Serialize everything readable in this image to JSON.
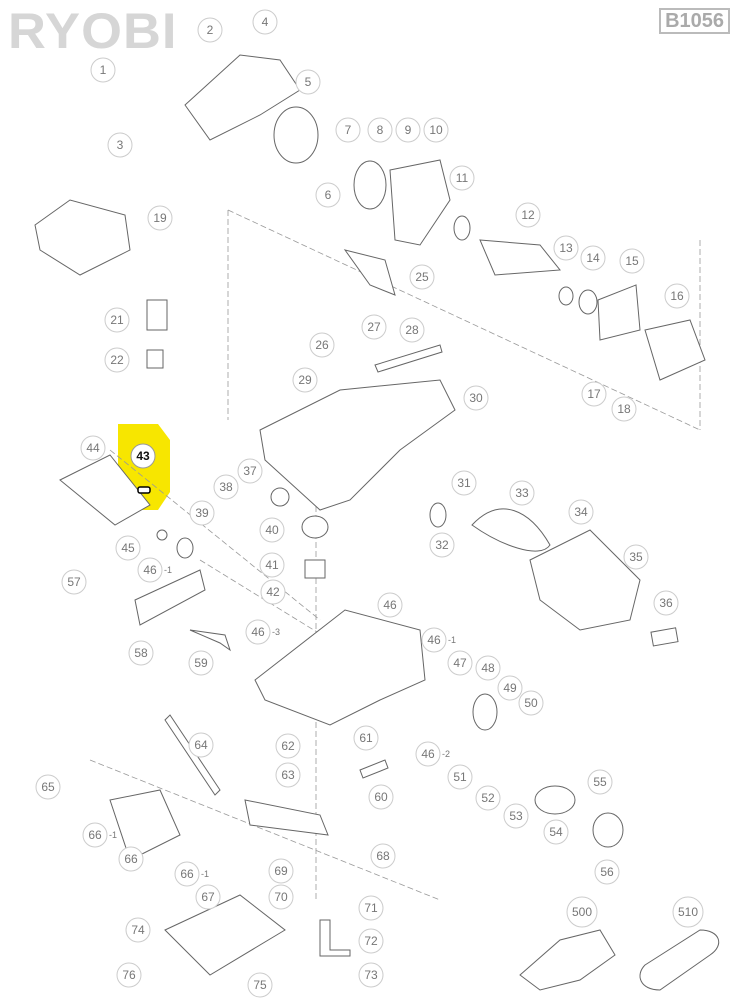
{
  "brand": "RYOBI",
  "model": "B1056",
  "highlighted_part": "43",
  "highlight_color": "#f7e600",
  "labels": [
    {
      "num": "2"
    },
    {
      "num": "4"
    },
    {
      "num": "1"
    },
    {
      "num": "3"
    },
    {
      "num": "5"
    },
    {
      "num": "7"
    },
    {
      "num": "8"
    },
    {
      "num": "9"
    },
    {
      "num": "10"
    },
    {
      "num": "6"
    },
    {
      "num": "11"
    },
    {
      "num": "12"
    },
    {
      "num": "19"
    },
    {
      "num": "25"
    },
    {
      "num": "13"
    },
    {
      "num": "14"
    },
    {
      "num": "15"
    },
    {
      "num": "16"
    },
    {
      "num": "21"
    },
    {
      "num": "27"
    },
    {
      "num": "28"
    },
    {
      "num": "26"
    },
    {
      "num": "22"
    },
    {
      "num": "29"
    },
    {
      "num": "30"
    },
    {
      "num": "17"
    },
    {
      "num": "18"
    },
    {
      "num": "44"
    },
    {
      "num": "43"
    },
    {
      "num": "37"
    },
    {
      "num": "38"
    },
    {
      "num": "31"
    },
    {
      "num": "33"
    },
    {
      "num": "34"
    },
    {
      "num": "39"
    },
    {
      "num": "40"
    },
    {
      "num": "45"
    },
    {
      "num": "32"
    },
    {
      "num": "46",
      "suffix": "-1"
    },
    {
      "num": "35"
    },
    {
      "num": "41"
    },
    {
      "num": "57"
    },
    {
      "num": "42"
    },
    {
      "num": "46"
    },
    {
      "num": "36"
    },
    {
      "num": "46",
      "suffix": "-3"
    },
    {
      "num": "46",
      "suffix": "-1"
    },
    {
      "num": "58"
    },
    {
      "num": "59"
    },
    {
      "num": "47"
    },
    {
      "num": "48"
    },
    {
      "num": "49"
    },
    {
      "num": "50"
    },
    {
      "num": "61"
    },
    {
      "num": "64"
    },
    {
      "num": "62"
    },
    {
      "num": "46",
      "suffix": "-2"
    },
    {
      "num": "51"
    },
    {
      "num": "63"
    },
    {
      "num": "52"
    },
    {
      "num": "60"
    },
    {
      "num": "55"
    },
    {
      "num": "65"
    },
    {
      "num": "53"
    },
    {
      "num": "54"
    },
    {
      "num": "66",
      "suffix": "-1"
    },
    {
      "num": "66"
    },
    {
      "num": "68"
    },
    {
      "num": "69"
    },
    {
      "num": "56"
    },
    {
      "num": "66",
      "suffix": "-1"
    },
    {
      "num": "67"
    },
    {
      "num": "70"
    },
    {
      "num": "71"
    },
    {
      "num": "500"
    },
    {
      "num": "510"
    },
    {
      "num": "74"
    },
    {
      "num": "72"
    },
    {
      "num": "76"
    },
    {
      "num": "73"
    },
    {
      "num": "75"
    }
  ]
}
